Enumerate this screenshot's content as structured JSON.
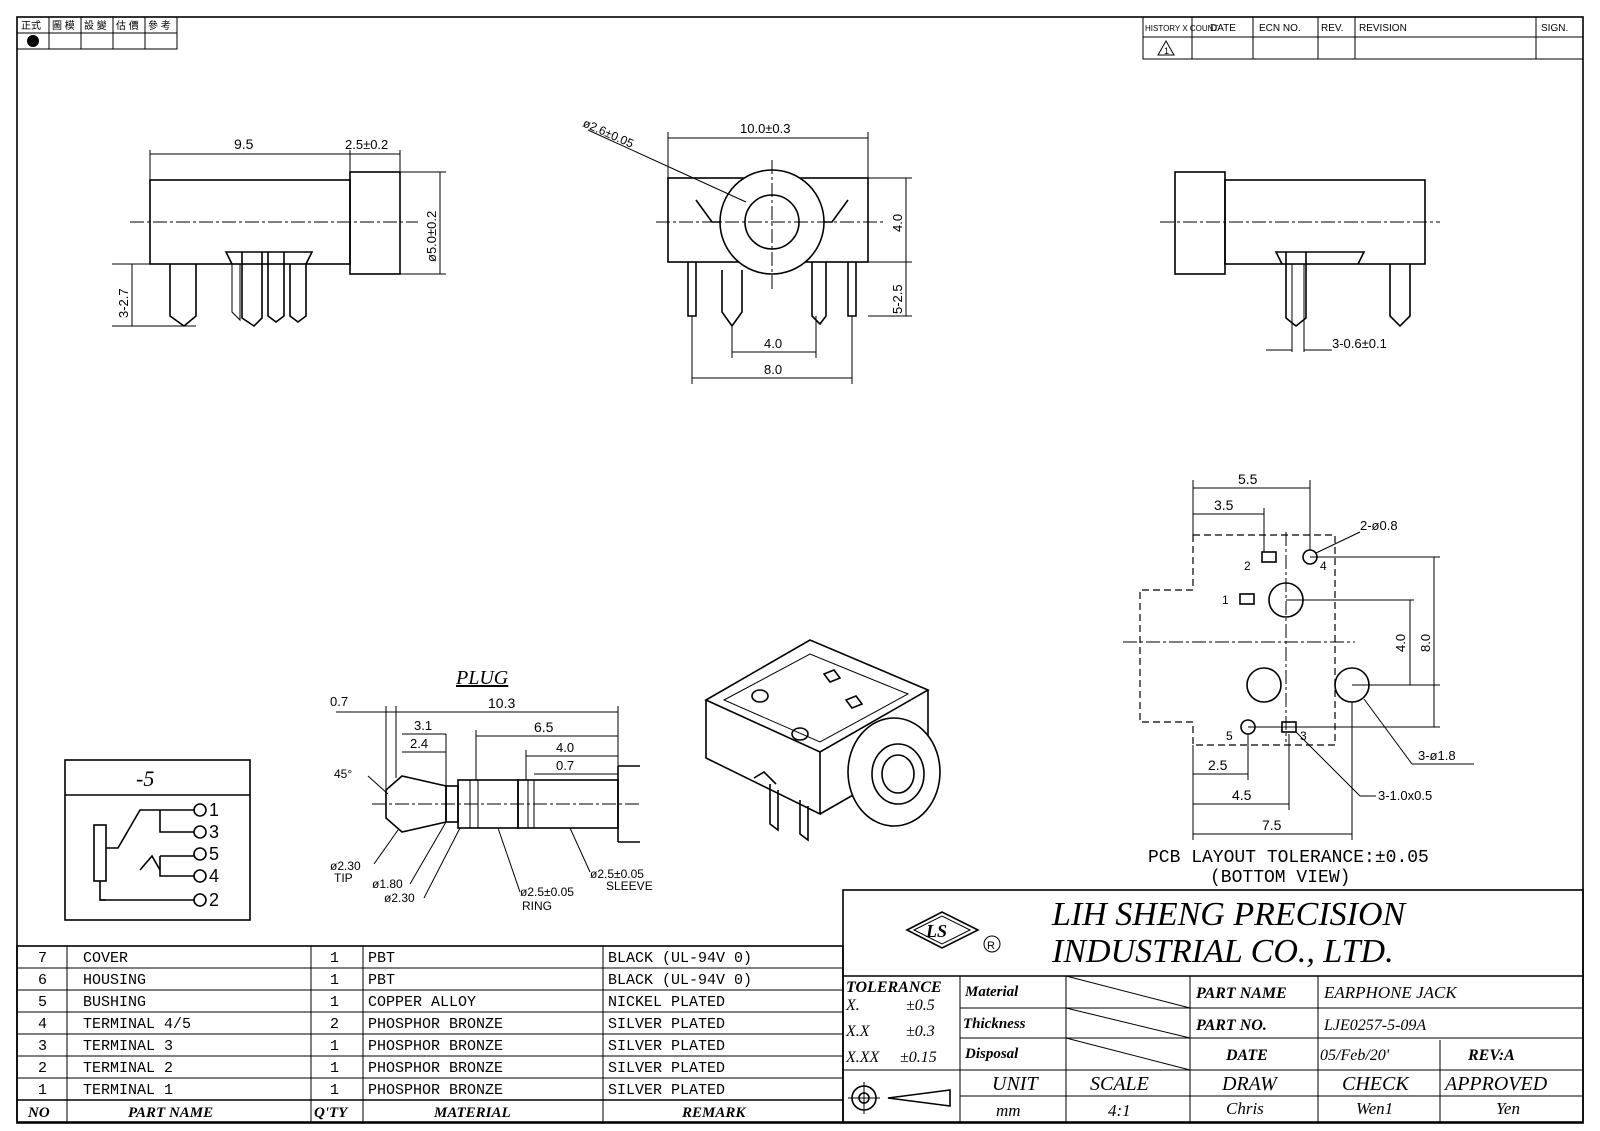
{
  "revision_header": [
    "HISTORY X COUNT",
    "DATE",
    "ECN NO.",
    "REV.",
    "REVISION",
    "SIGN."
  ],
  "status_header": [
    "正式",
    "圖 模",
    "設 變",
    "估 價",
    "參 考"
  ],
  "side_view": {
    "d_length": "9.5",
    "d_bush_len": "2.5±0.2",
    "d_dia": "ø5.0±0.2",
    "d_pin": "3-2.7"
  },
  "front_view": {
    "d_hole": "ø2.6±0.05",
    "d_width": "10.0±0.3",
    "d_height": "4.0",
    "d_pin": "5-2.5",
    "d_pitch": "4.0",
    "d_span": "8.0"
  },
  "rear_view": {
    "d_pin": "3-0.6±0.1"
  },
  "plug": {
    "title": "PLUG",
    "dims": [
      "0.7",
      "10.3",
      "3.1",
      "2.4",
      "6.5",
      "4.0",
      "0.7",
      "45°",
      "ø2.30",
      "TIP",
      "ø1.80",
      "ø2.30",
      "ø2.5±0.05",
      "RING",
      "ø2.5±0.05",
      "SLEEVE"
    ]
  },
  "schematic": {
    "title": "-5",
    "pins": [
      "1",
      "3",
      "5",
      "4",
      "2"
    ]
  },
  "pcb": {
    "dims": [
      "5.5",
      "3.5",
      "2-ø0.8",
      "4.0",
      "8.0",
      "3-ø1.8",
      "2.5",
      "4.5",
      "7.5",
      "3-1.0x0.5"
    ],
    "pin_labels": [
      "2",
      "4",
      "1",
      "5",
      "3"
    ],
    "caption": "PCB LAYOUT TOLERANCE:±0.05",
    "caption2": "(BOTTOM VIEW)"
  },
  "bom": {
    "headers": [
      "NO",
      "PART NAME",
      "Q'TY",
      "MATERIAL",
      "REMARK"
    ],
    "rows": [
      [
        "7",
        "COVER",
        "1",
        "PBT",
        "BLACK (UL-94V 0)"
      ],
      [
        "6",
        "HOUSING",
        "1",
        "PBT",
        "BLACK (UL-94V 0)"
      ],
      [
        "5",
        "BUSHING",
        "1",
        "COPPER ALLOY",
        "NICKEL PLATED"
      ],
      [
        "4",
        "TERMINAL 4/5",
        "2",
        "PHOSPHOR BRONZE",
        "SILVER PLATED"
      ],
      [
        "3",
        "TERMINAL 3",
        "1",
        "PHOSPHOR BRONZE",
        "SILVER PLATED"
      ],
      [
        "2",
        "TERMINAL 2",
        "1",
        "PHOSPHOR BRONZE",
        "SILVER PLATED"
      ],
      [
        "1",
        "TERMINAL 1",
        "1",
        "PHOSPHOR BRONZE",
        "SILVER PLATED"
      ]
    ]
  },
  "title_block": {
    "company_line1": "LIH SHENG PRECISION",
    "company_line2": "INDUSTRIAL CO., LTD.",
    "logo_text": "LS",
    "registered": "R",
    "tolerance_label": "TOLERANCE",
    "tol_x": "X.",
    "tol_x_val": "±0.5",
    "tol_xx": "X.X",
    "tol_xx_val": "±0.3",
    "tol_xxx": "X.XX",
    "tol_xxx_val": "±0.15",
    "material_label": "Material",
    "thickness_label": "Thickness",
    "disposal_label": "Disposal",
    "part_name_label": "PART NAME",
    "part_name": "EARPHONE JACK",
    "part_no_label": "PART NO.",
    "part_no": "LJE0257-5-09A",
    "date_label": "DATE",
    "date": "05/Feb/20'",
    "rev": "REV:A",
    "unit_label": "UNIT",
    "unit": "mm",
    "scale_label": "SCALE",
    "scale": "4:1",
    "draw_label": "DRAW",
    "draw": "Chris",
    "check_label": "CHECK",
    "check": "Wen1",
    "approved_label": "APPROVED",
    "approved": "Yen"
  }
}
